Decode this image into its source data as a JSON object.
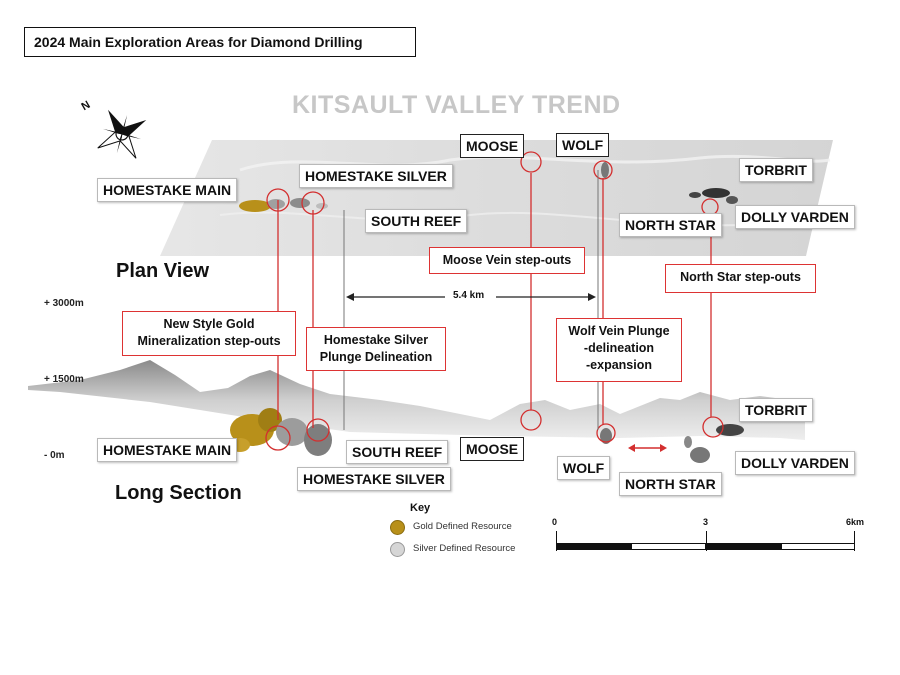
{
  "title": "2024 Main Exploration Areas for Diamond Drilling",
  "trend_title": "KITSAULT VALLEY TREND",
  "sections": {
    "plan": "Plan View",
    "long": "Long Section"
  },
  "elevations": [
    "+ 3000m",
    "+ 1500m",
    "- 0m"
  ],
  "distance_label": "5.4 km",
  "plan_labels": {
    "homestake_main": "HOMESTAKE MAIN",
    "homestake_silver": "HOMESTAKE SILVER",
    "south_reef": "SOUTH REEF",
    "moose": "MOOSE",
    "wolf": "WOLF",
    "torbrit": "TORBRIT",
    "north_star": "NORTH STAR",
    "dolly_varden": "DOLLY VARDEN"
  },
  "long_labels": {
    "homestake_main": "HOMESTAKE MAIN",
    "south_reef": "SOUTH REEF",
    "homestake_silver": "HOMESTAKE SILVER",
    "moose": "MOOSE",
    "wolf": "WOLF",
    "north_star": "NORTH STAR",
    "torbrit": "TORBRIT",
    "dolly_varden": "DOLLY VARDEN"
  },
  "callouts": {
    "moose_stepouts": "Moose Vein step-outs",
    "north_star_stepouts": "North Star step-outs",
    "new_style_gold_1": "New Style Gold",
    "new_style_gold_2": "Mineralization step-outs",
    "homestake_silver_1": "Homestake Silver",
    "homestake_silver_2": "Plunge Delineation",
    "wolf_1": "Wolf Vein Plunge",
    "wolf_2": "-delineation",
    "wolf_3": "-expansion"
  },
  "key": {
    "title": "Key",
    "items": [
      {
        "label": "Gold Defined Resource",
        "color": "#b8901a"
      },
      {
        "label": "Silver Defined Resource",
        "color": "#d0d0d0"
      }
    ]
  },
  "scale": {
    "ticks": [
      "0",
      "3",
      "6km"
    ]
  },
  "compass": {
    "north_letter": "N"
  },
  "colors": {
    "callout": "#d32f2f",
    "terrain": "#b5b5b5",
    "gold": "#b8901a",
    "silver": "#9e9e9e"
  }
}
